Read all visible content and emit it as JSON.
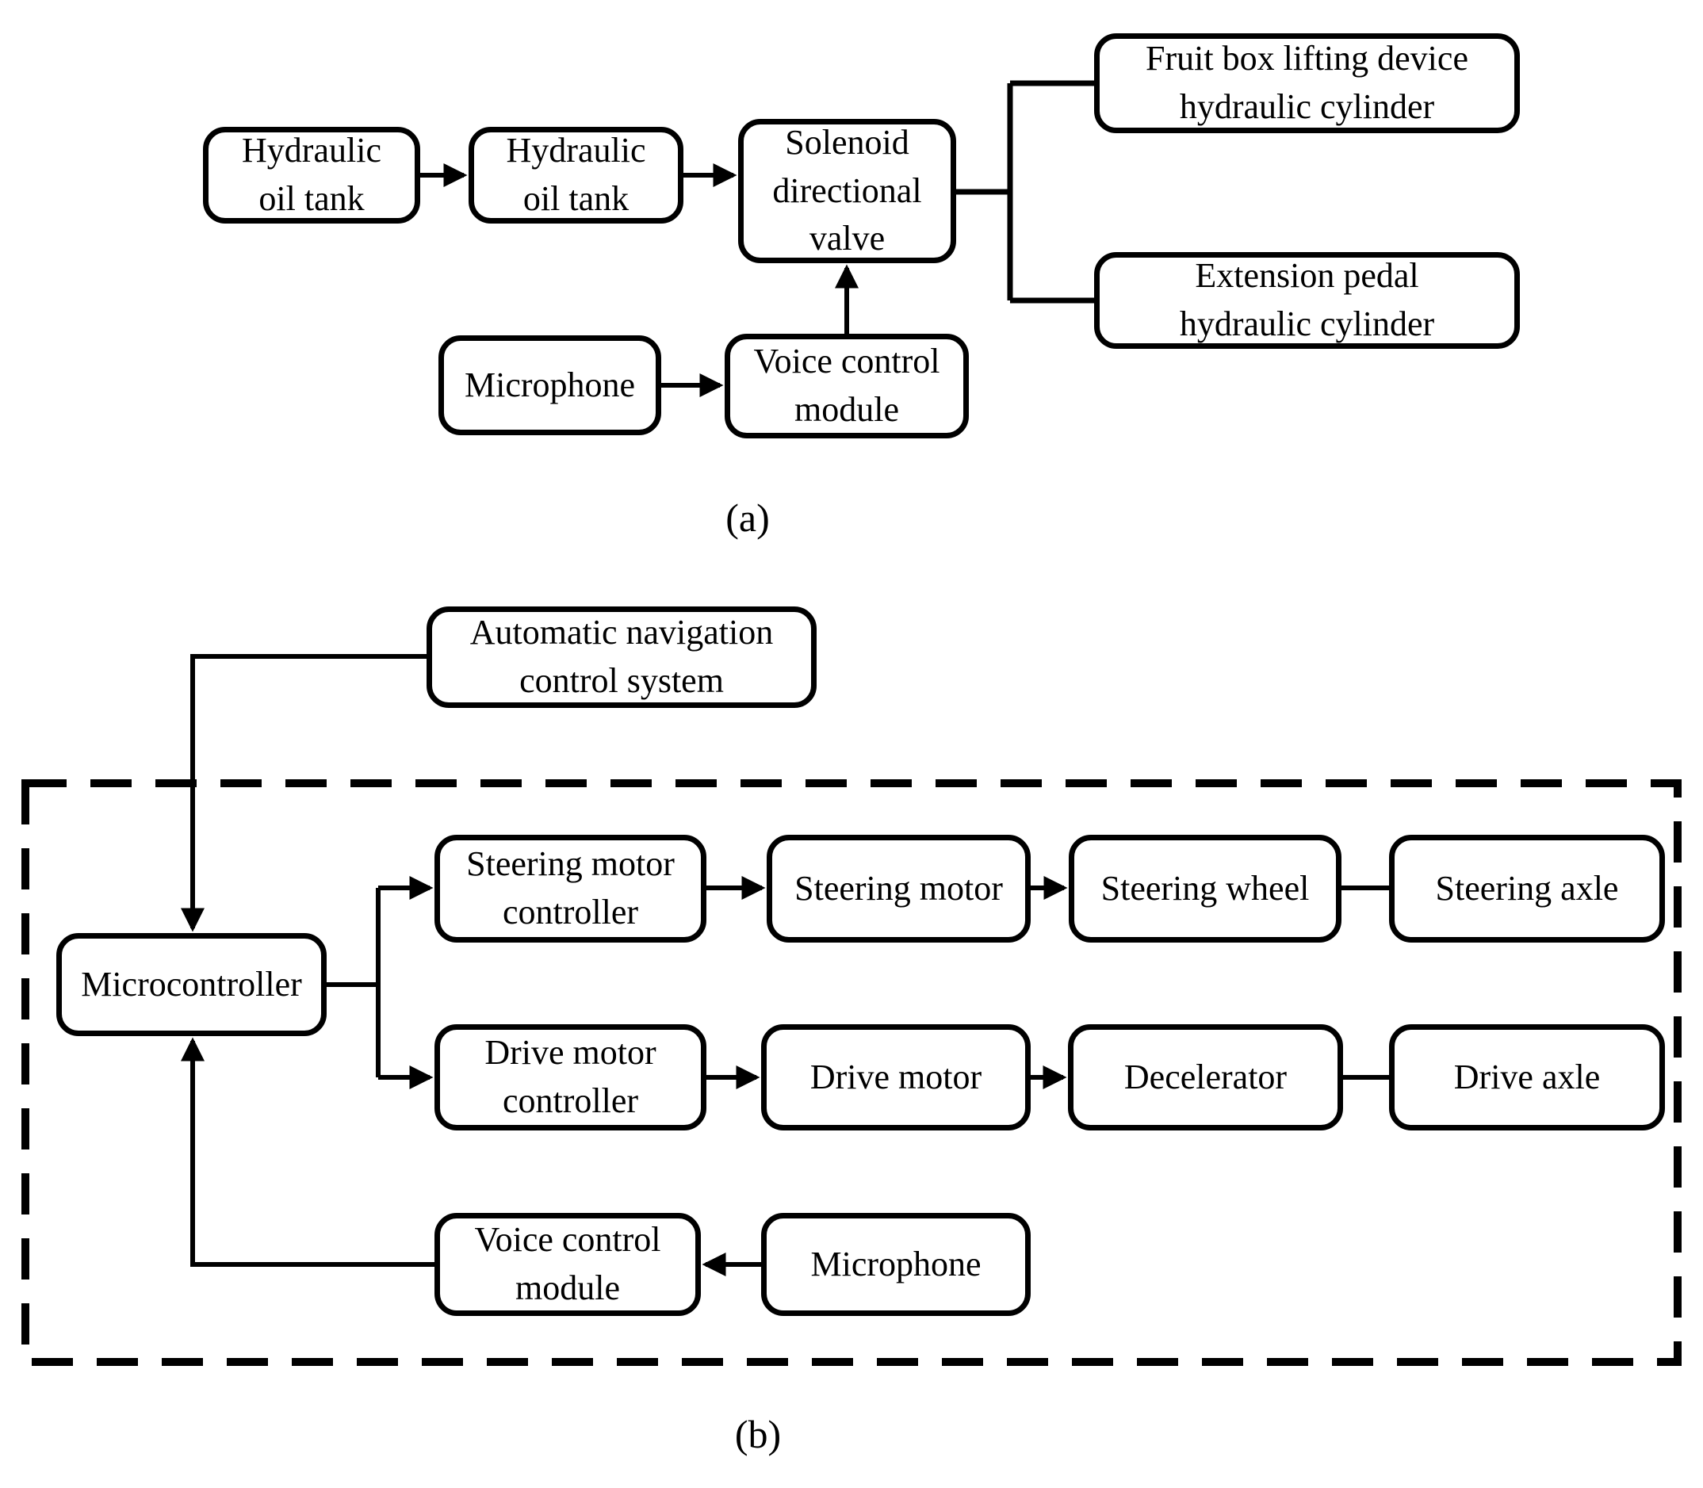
{
  "figure": {
    "colors": {
      "line": "#000000",
      "background": "#ffffff"
    },
    "panel_a": {
      "caption": "(a)",
      "nodes": {
        "hydraulic_oil_tank_left": "Hydraulic\noil tank",
        "hydraulic_oil_tank_right": "Hydraulic\noil tank",
        "solenoid_directional_valve": "Solenoid\ndirectional\nvalve",
        "fruit_box_lifting_cylinder": "Fruit box lifting device\nhydraulic cylinder",
        "extension_pedal_cylinder": "Extension pedal\nhydraulic cylinder",
        "microphone": "Microphone",
        "voice_control_module": "Voice control\nmodule"
      }
    },
    "panel_b": {
      "caption": "(b)",
      "nodes": {
        "automatic_navigation_control_system": "Automatic navigation\ncontrol system",
        "microcontroller": "Microcontroller",
        "steering_motor_controller": "Steering motor\ncontroller",
        "steering_motor": "Steering motor",
        "steering_wheel": "Steering wheel",
        "steering_axle": "Steering axle",
        "drive_motor_controller": "Drive motor\ncontroller",
        "drive_motor": "Drive motor",
        "decelerator": "Decelerator",
        "drive_axle": "Drive axle",
        "voice_control_module": "Voice control\nmodule",
        "microphone": "Microphone"
      }
    }
  }
}
